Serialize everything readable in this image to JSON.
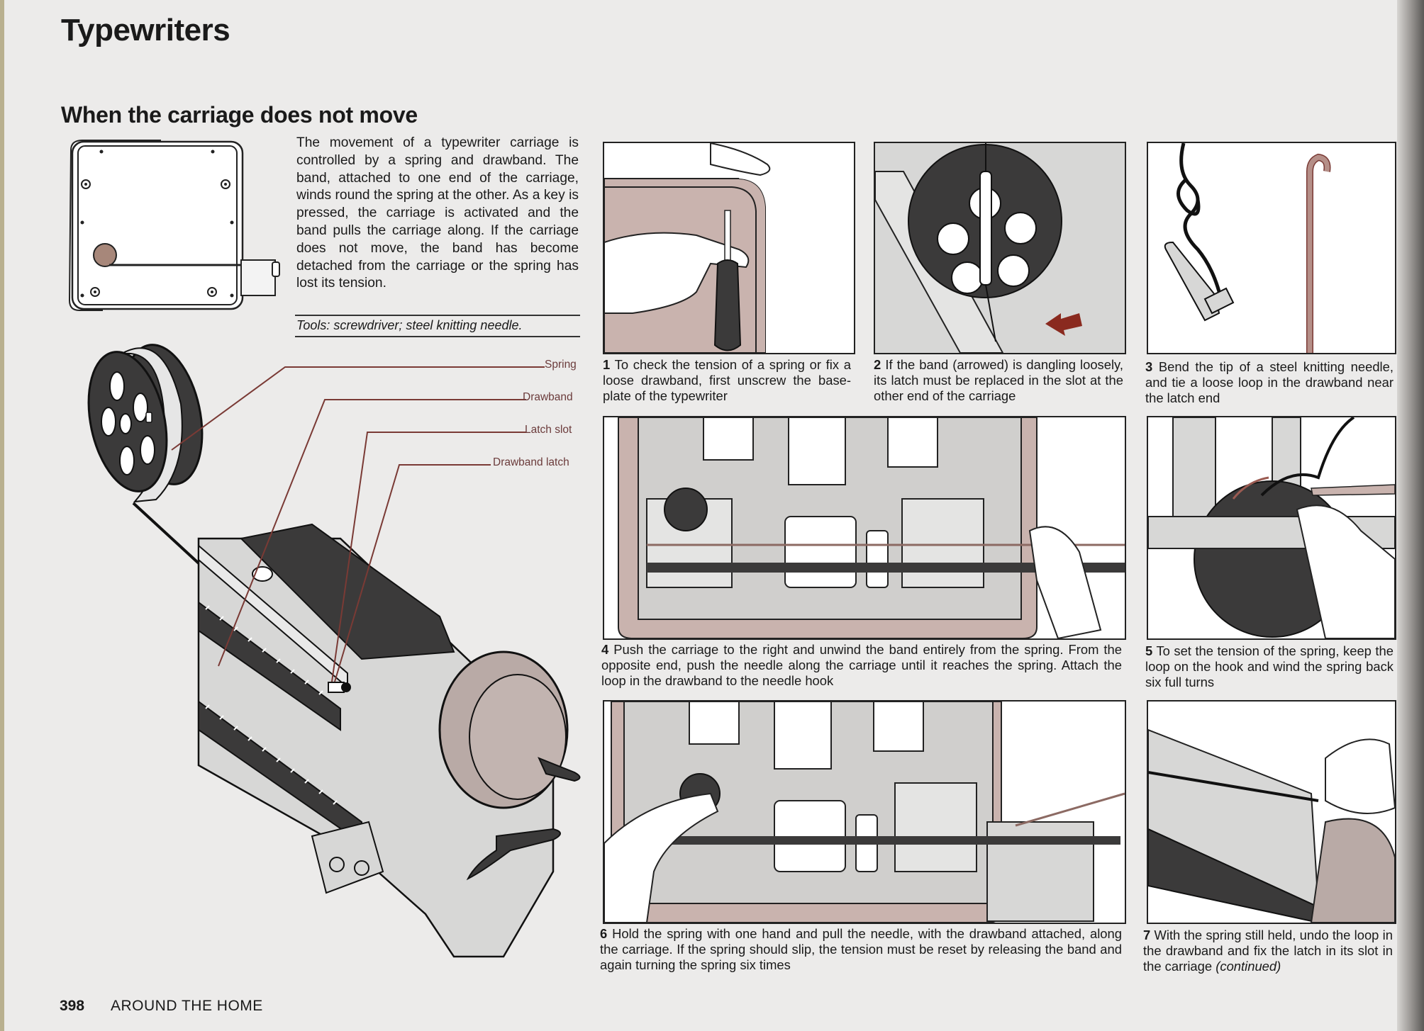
{
  "page": {
    "title": "Typewriters",
    "section_heading": "When the carriage does not move",
    "intro_text": "The movement of a typewriter carriage is controlled by a spring and drawband. The band, attached to one end of the carriage, winds round the spring at the other. As a key is pressed, the carriage is activated and the band pulls the carriage along. If the carriage does not move, the band has become detached from the carriage or the spring has lost its tension.",
    "tools_note": "Tools: screwdriver; steel knitting needle.",
    "footer": {
      "page_number": "398",
      "section": "AROUND THE HOME"
    }
  },
  "diagram_labels": [
    "Spring",
    "Drawband",
    "Latch slot",
    "Drawband latch"
  ],
  "steps": [
    {
      "number": "1",
      "text": "To check the tension of a spring or fix a loose drawband, first unscrew the base-plate of the typewriter"
    },
    {
      "number": "2",
      "text": "If the band (arrowed) is dangling loosely, its latch must be replaced in the slot at the other end of the carriage"
    },
    {
      "number": "3",
      "text": "Bend the tip of a steel knitting needle, and tie a loose loop in the drawband near the latch end"
    },
    {
      "number": "4",
      "text": "Push the carriage to the right and unwind the band entirely from the spring. From the opposite end, push the needle along the carriage until it reaches the spring. Attach the loop in the drawband to the needle hook"
    },
    {
      "number": "5",
      "text": "To set the tension of the spring, keep the loop on the hook and wind the spring back six full turns"
    },
    {
      "number": "6",
      "text": "Hold the spring with one hand and pull the needle, with the drawband attached, along the carriage. If the spring should slip, the tension must be reset by releasing the band and again turning the spring six times"
    },
    {
      "number": "7",
      "text": "With the spring still held, undo the loop in the drawband and fix the latch in its slot in the carriage",
      "suffix": "(continued)"
    }
  ],
  "colors": {
    "accent_pink": "#c9b3ae",
    "leader_brown": "#7a3a35",
    "metal_grey": "#d0cfcd",
    "dark": "#3b3a3a",
    "arrow_red": "#8a2a1f"
  }
}
